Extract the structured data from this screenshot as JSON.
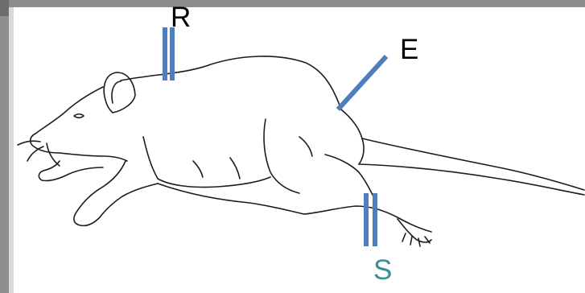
{
  "labels": {
    "r": "R",
    "e": "E",
    "s": "S"
  },
  "colors": {
    "electrode": "#4f7ebf",
    "label_default": "#000000",
    "label_s": "#3a8f94",
    "sketch": "#1c1c1c"
  },
  "icons": {
    "figure": "rat-sketch-icon"
  }
}
